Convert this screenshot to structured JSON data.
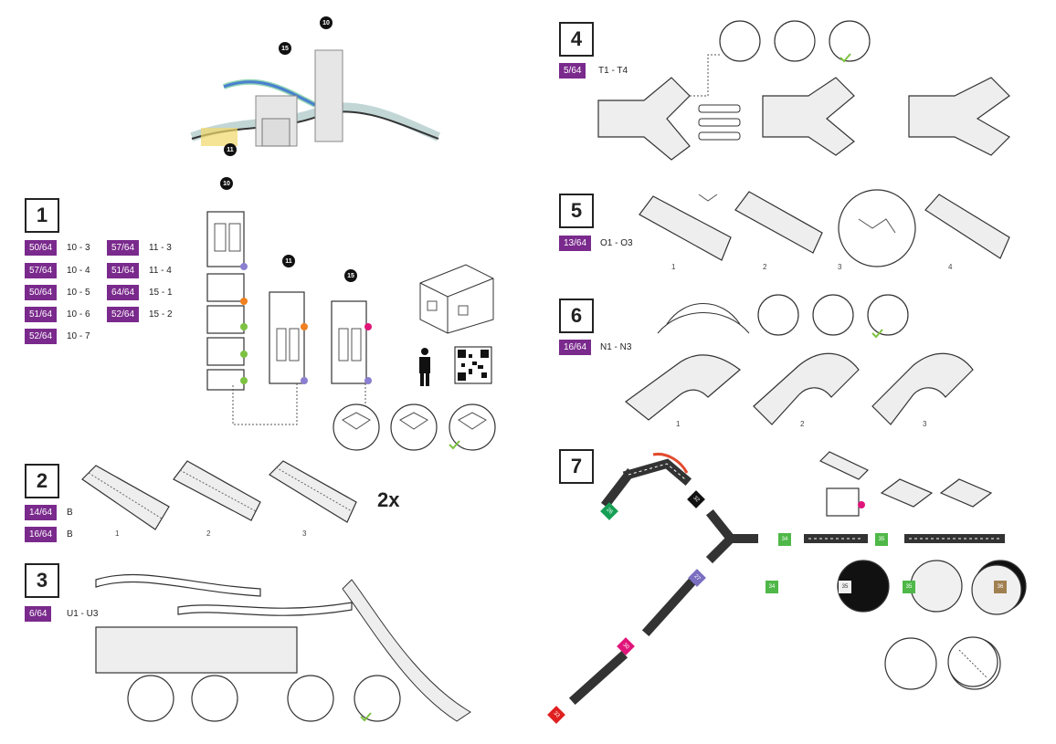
{
  "hero": {
    "badges": [
      "10",
      "15",
      "11"
    ]
  },
  "steps": [
    {
      "number": "1"
    },
    {
      "number": "2"
    },
    {
      "number": "3"
    },
    {
      "number": "4"
    },
    {
      "number": "5"
    },
    {
      "number": "6"
    },
    {
      "number": "7"
    }
  ],
  "step1": {
    "parts_left": [
      {
        "sheet": "50/64",
        "piece": "10 - 3"
      },
      {
        "sheet": "57/64",
        "piece": "10 - 4"
      },
      {
        "sheet": "50/64",
        "piece": "10 - 5"
      },
      {
        "sheet": "51/64",
        "piece": "10 - 6"
      },
      {
        "sheet": "52/64",
        "piece": "10 - 7"
      }
    ],
    "parts_right": [
      {
        "sheet": "57/64",
        "piece": "11 - 3"
      },
      {
        "sheet": "51/64",
        "piece": "11 - 4"
      },
      {
        "sheet": "64/64",
        "piece": "15 - 1"
      },
      {
        "sheet": "52/64",
        "piece": "15 - 2"
      }
    ],
    "badges": [
      "10",
      "11",
      "15"
    ],
    "dot_colors": [
      "#8a7fd0",
      "#f08020",
      "#7dc242",
      "#7dc242",
      "#7dc242",
      "#e0157a"
    ]
  },
  "step2": {
    "parts": [
      {
        "sheet": "14/64",
        "piece": "B"
      },
      {
        "sheet": "16/64",
        "piece": "B"
      }
    ],
    "labels": [
      "1",
      "2",
      "3"
    ],
    "multiplier": "2x"
  },
  "step3": {
    "parts": [
      {
        "sheet": "6/64",
        "piece": "U1 - U3"
      }
    ]
  },
  "step4": {
    "parts": [
      {
        "sheet": "5/64",
        "piece": "T1 - T4"
      }
    ]
  },
  "step5": {
    "parts": [
      {
        "sheet": "13/64",
        "piece": "O1 - O3"
      }
    ],
    "labels": [
      "1",
      "2",
      "3",
      "4"
    ]
  },
  "step6": {
    "parts": [
      {
        "sheet": "16/64",
        "piece": "N1 - N3"
      }
    ],
    "labels": [
      "1",
      "2",
      "3"
    ]
  },
  "step7": {
    "tags": [
      {
        "text": "32",
        "color": "#111111"
      },
      {
        "text": "26",
        "color": "#17a055"
      },
      {
        "text": "34",
        "color": "#4fb848"
      },
      {
        "text": "35",
        "color": "#4fb848"
      },
      {
        "text": "27",
        "color": "#7a6fc0"
      },
      {
        "text": "30",
        "color": "#e0157a"
      },
      {
        "text": "33",
        "color": "#e02020"
      }
    ],
    "circles": [
      {
        "text": "34",
        "fill": "#111111"
      },
      {
        "text": "35",
        "fill": "#f0f0f0"
      },
      {
        "text": "35",
        "fill": "#111111"
      },
      {
        "text": "36",
        "fill": "#f0f0f0"
      }
    ]
  },
  "colors": {
    "accent": "#7a2a8c",
    "check": "#7dc242"
  }
}
